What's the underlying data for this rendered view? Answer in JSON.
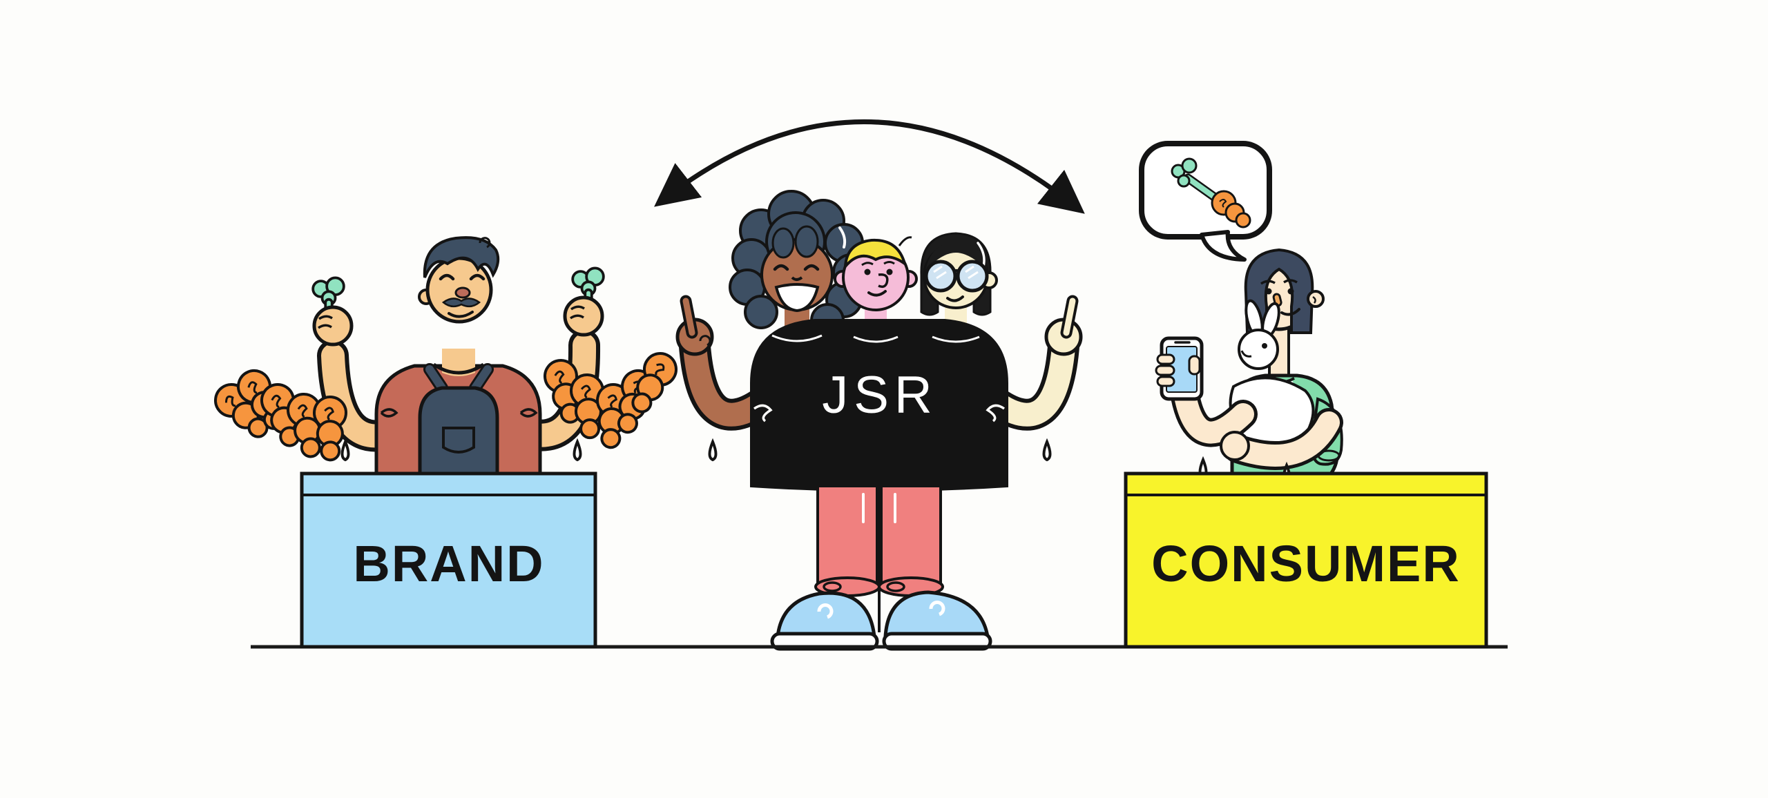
{
  "illustration": {
    "brand_booth": {
      "label": "BRAND"
    },
    "consumer_booth": {
      "label": "CONSUMER"
    },
    "team_shirt": {
      "label": "JSR"
    },
    "connector": "double-headed-curved-arrow between brand and consumer",
    "speech_bubble_content": "carrot-icon"
  },
  "colors": {
    "background": "#fdfdfb",
    "outline": "#141414",
    "brand_counter": "#a8ddf7",
    "consumer_counter": "#f8f32b",
    "team_shirt": "#141414",
    "pants": "#f0807f",
    "shoes": "#a8d9f7",
    "carrot_orange": "#f6953e",
    "carrot_green": "#90e2c0",
    "hair_navy": "#3d4f63",
    "hair_black": "#1c1c1c",
    "hair_blonde": "#f5e13c",
    "skin_tan": "#f6c98e",
    "skin_brown": "#b06e4e",
    "skin_pink": "#f5bcd8",
    "skin_cream": "#f8efcd",
    "skin_pale": "#fce9cf",
    "farmer_shirt": "#c56a58",
    "farmer_apron": "#3d4f63",
    "consumer_shirt": "#82dcab",
    "phone_screen": "#a8d9f7",
    "glasses_lens": "#cfe3f2"
  }
}
